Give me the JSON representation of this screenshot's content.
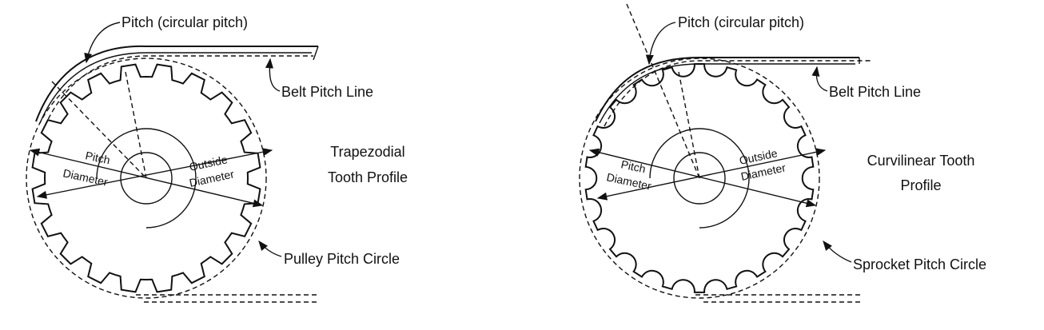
{
  "diagrams": [
    {
      "pitch_label": "Pitch (circular pitch)",
      "belt_pitch_line_label": "Belt Pitch Line",
      "profile_label_lines": [
        "Trapezodial",
        "Tooth Profile"
      ],
      "circle_label": "Pulley Pitch Circle",
      "pitch_diameter_lines": [
        "Pitch",
        "Diameter"
      ],
      "outside_diameter_lines": [
        "Outside",
        "Diameter"
      ],
      "tooth_style": "trapezoidal"
    },
    {
      "pitch_label": "Pitch (circular pitch)",
      "belt_pitch_line_label": "Belt Pitch Line",
      "profile_label_lines": [
        "Curvilinear Tooth",
        "Profile"
      ],
      "circle_label": "Sprocket Pitch Circle",
      "pitch_diameter_lines": [
        "Pitch",
        "Diameter"
      ],
      "outside_diameter_lines": [
        "Outside",
        "Diameter"
      ],
      "tooth_style": "curvilinear"
    }
  ]
}
